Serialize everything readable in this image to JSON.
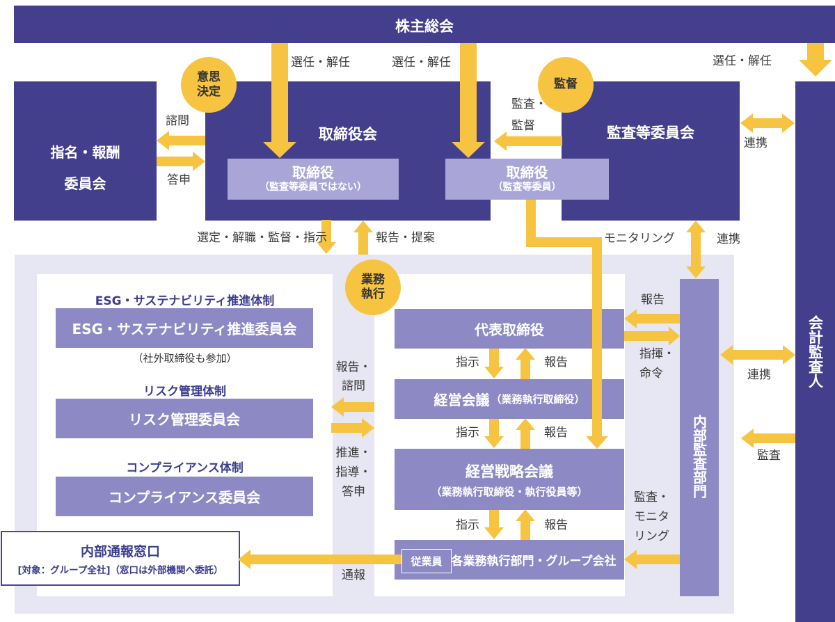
{
  "colors": {
    "dark_blue": "#433F8D",
    "mid_purple": "#8D89C5",
    "light_purple": "#A9A5D6",
    "lavender": "#E7E6F3",
    "arrow_yellow": "#F7C441"
  },
  "nodes": {
    "shareholders": "株主総会",
    "nomination_line1": "指名・報酬",
    "nomination_line2": "委員会",
    "board": "取締役会",
    "board_directors": "取締役",
    "board_directors_sub": "（監査等委員ではない）",
    "audit_committee": "監査等委員会",
    "audit_directors": "取締役",
    "audit_directors_sub": "（監査等委員）",
    "accounting_auditor": "会計監査人",
    "internal_audit": "内部監査部門",
    "representative_director": "代表取締役",
    "management_meeting": "経営会議",
    "management_meeting_sub": "（業務執行取締役）",
    "strategy_meeting": "経営戦略会議",
    "strategy_meeting_sub": "（業務執行取締役・執行役員等）",
    "departments": "各業務執行部門・グループ会社",
    "employees": "従業員",
    "esg_heading": "ESG・サステナビリティ推進体制",
    "esg_committee": "ESG・サステナビリティ推進委員会",
    "esg_note": "（社外取締役も参加）",
    "risk_heading": "リスク管理体制",
    "risk_committee": "リスク管理委員会",
    "compliance_heading": "コンプライアンス体制",
    "compliance_committee": "コンプライアンス委員会",
    "whistleblow_title": "内部通報窓口",
    "whistleblow_sub": "[対象：グループ全社]（窓口は外部機関へ委託）"
  },
  "badges": {
    "decision_l1": "意思",
    "decision_l2": "決定",
    "supervision": "監督",
    "execution_l1": "業務",
    "execution_l2": "執行"
  },
  "arrows": {
    "appoint_dismiss": "選任・解任",
    "advisory": "諮問",
    "report_back": "答申",
    "audit_supervise_l1": "監査・",
    "audit_supervise_l2": "監督",
    "cooperation": "連携",
    "select_dismiss": "選定・解職・監督・指示",
    "report_propose": "報告・提案",
    "monitoring": "モニタリング",
    "report": "報告",
    "instruct": "指示",
    "command_l1": "指揮・",
    "command_l2": "命令",
    "audit": "監査",
    "report_advisory_l1": "報告・",
    "report_advisory_l2": "諮問",
    "promote_l1": "推進・",
    "promote_l2": "指導・",
    "promote_l3": "答申",
    "whistleblow": "通報",
    "audit_monitoring_l1": "監査・",
    "audit_monitoring_l2": "モニタ",
    "audit_monitoring_l3": "リング"
  }
}
